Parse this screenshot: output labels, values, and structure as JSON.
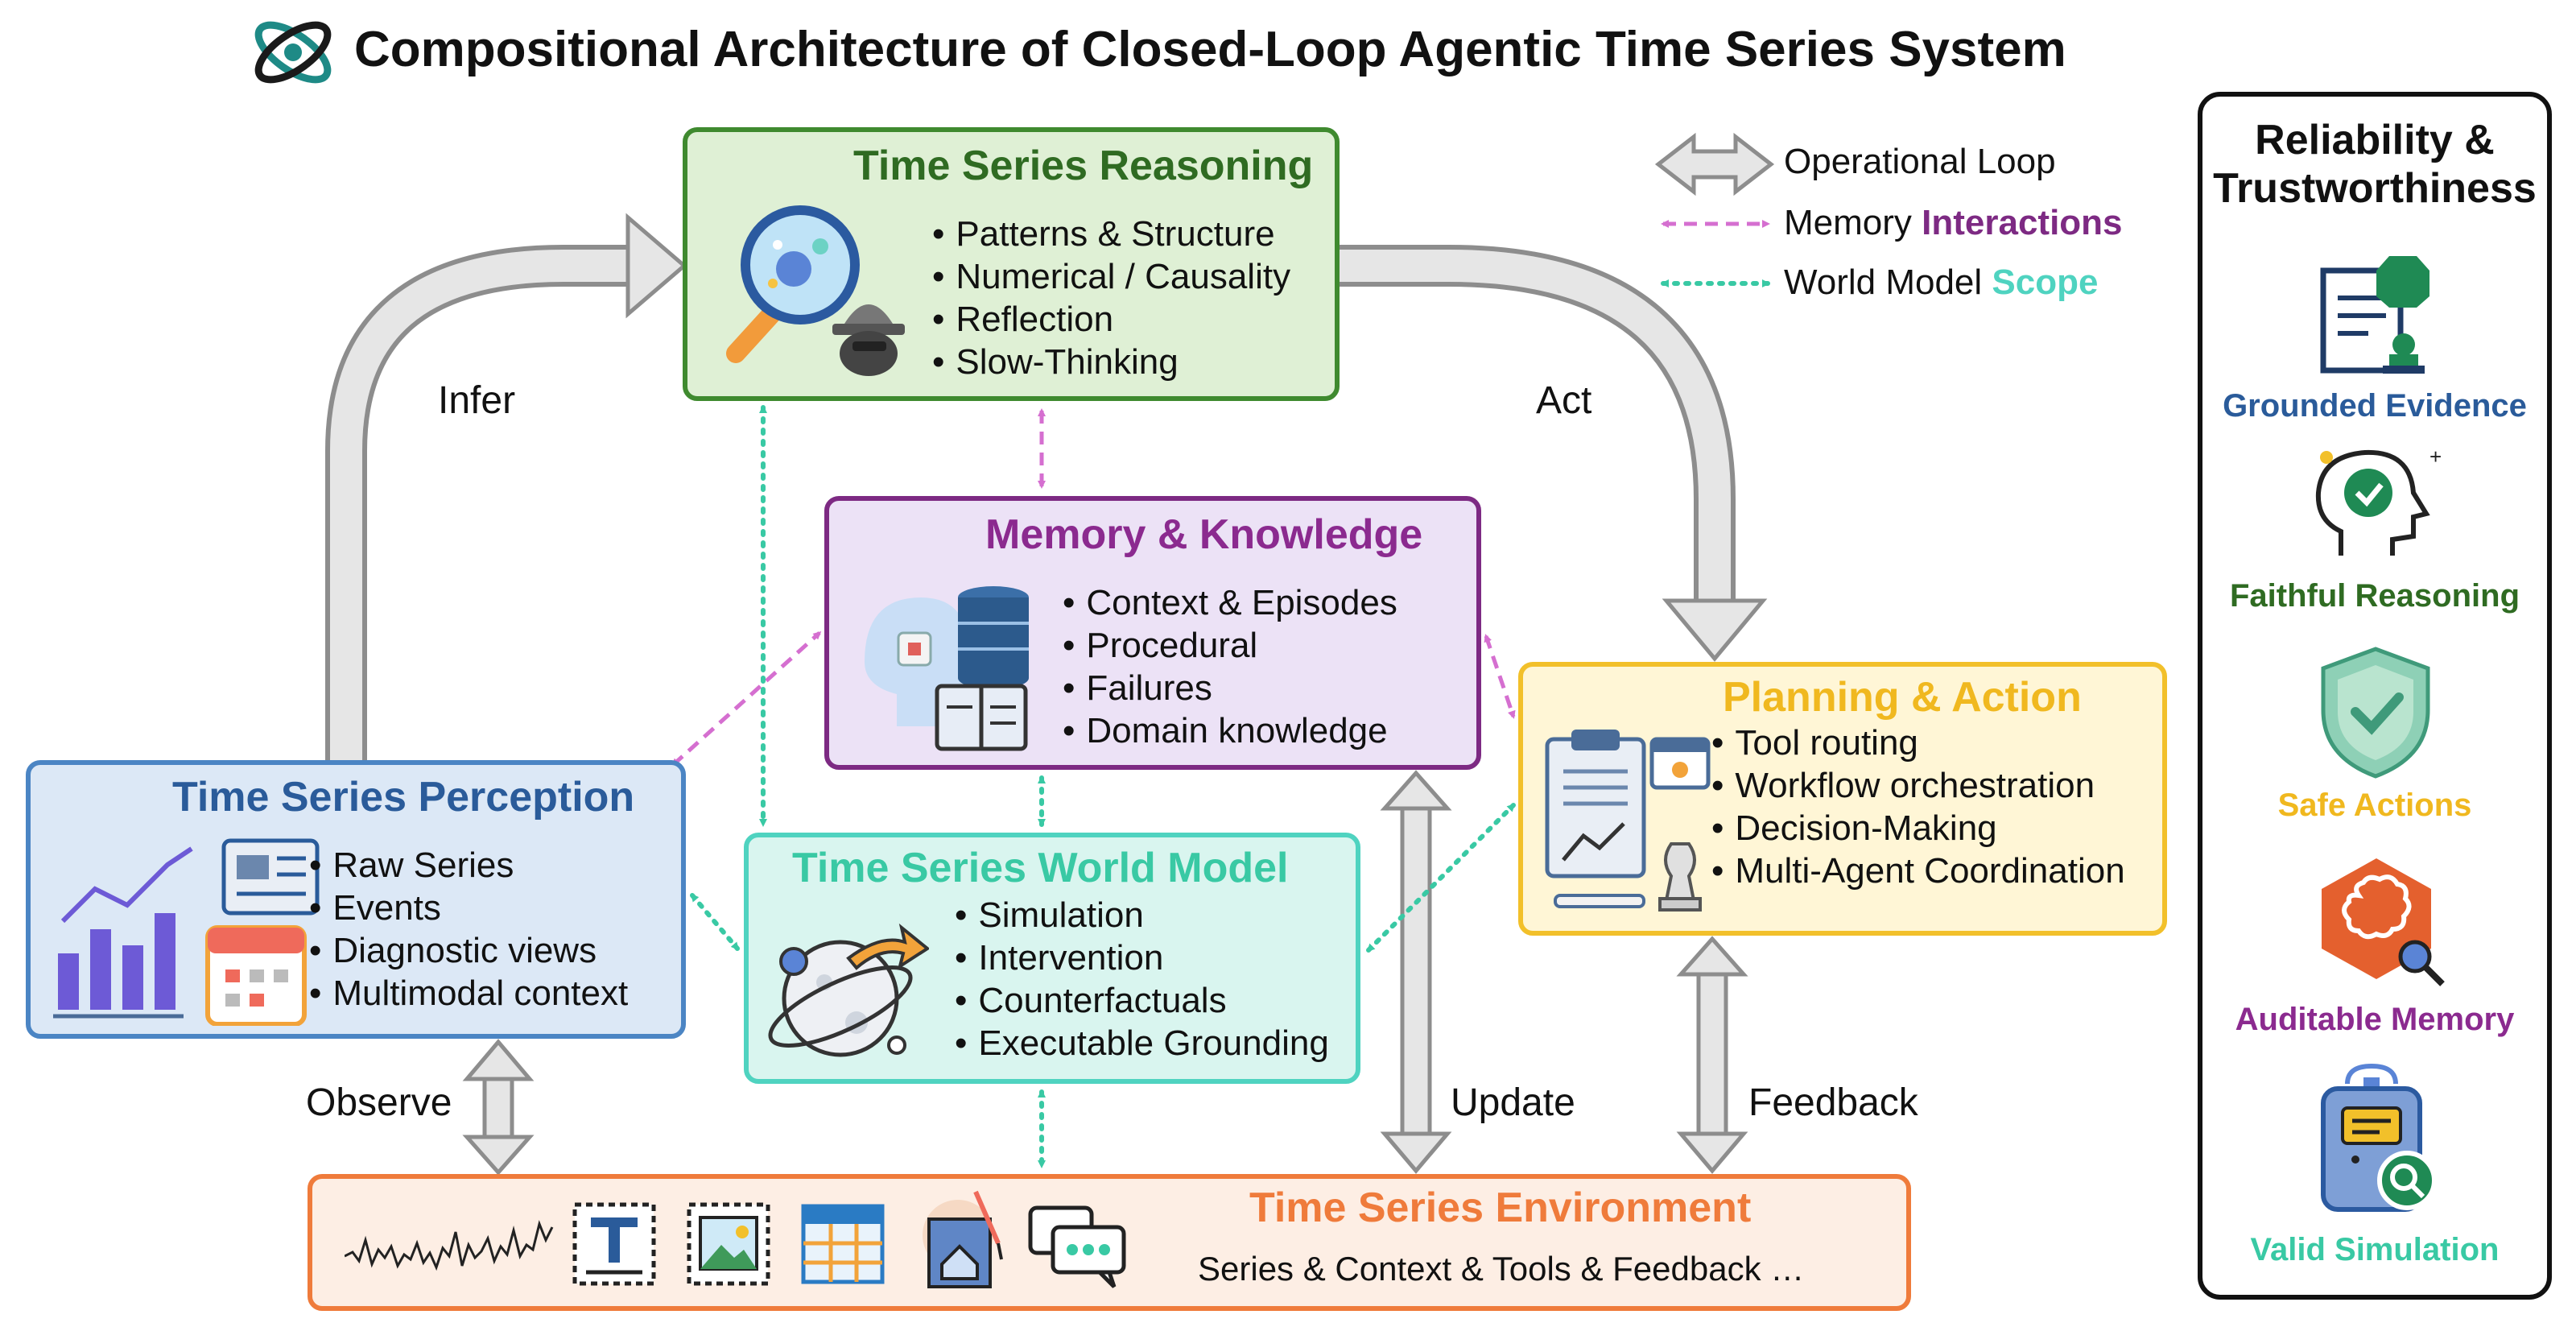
{
  "title": "Compositional Architecture of Closed-Loop Agentic Time Series System",
  "colors": {
    "reasoning": "#3f8a2f",
    "memory": "#7d2a83",
    "planning": "#f2c02a",
    "perception": "#4b85c4",
    "world_model": "#4fd3c0",
    "environment": "#ef7b3b",
    "memory_arrow": "#d56fd0",
    "world_arrow": "#39c9a4"
  },
  "reasoning": {
    "title": "Time Series Reasoning",
    "bullets": [
      "Patterns & Structure",
      "Numerical / Causality",
      "Reflection",
      "Slow-Thinking"
    ]
  },
  "memory": {
    "title": "Memory & Knowledge",
    "bullets": [
      "Context & Episodes",
      "Procedural",
      "Failures",
      "Domain knowledge"
    ]
  },
  "planning": {
    "title": "Planning & Action",
    "bullets": [
      "Tool routing",
      "Workflow orchestration",
      "Decision-Making",
      "Multi-Agent Coordination"
    ]
  },
  "perception": {
    "title": "Time Series Perception",
    "bullets": [
      "Raw Series",
      "Events",
      "Diagnostic views",
      "Multimodal context"
    ]
  },
  "world_model": {
    "title": "Time Series World Model",
    "bullets": [
      "Simulation",
      "Intervention",
      "Counterfactuals",
      "Executable Grounding"
    ]
  },
  "environment": {
    "title": "Time Series Environment",
    "subtitle": "Series & Context & Tools & Feedback …",
    "icons": [
      "waveform-icon",
      "text-icon",
      "image-icon",
      "table-icon",
      "blueprint-icon",
      "chat-icon"
    ]
  },
  "flows": {
    "infer": "Infer",
    "act": "Act",
    "observe": "Observe",
    "update": "Update",
    "feedback": "Feedback"
  },
  "legend": {
    "operational_loop": "Operational Loop",
    "memory_prefix": "Memory ",
    "memory_highlight": "Interactions",
    "world_prefix": "World Model ",
    "world_highlight": "Scope"
  },
  "reliability": {
    "title_line1": "Reliability &",
    "title_line2": "Trustworthiness",
    "items": [
      {
        "label": "Grounded Evidence",
        "color": "#2a5b9a",
        "icon": "evidence-document-icon"
      },
      {
        "label": "Faithful Reasoning",
        "color": "#2f6b22",
        "icon": "head-check-icon"
      },
      {
        "label": "Safe Actions",
        "color": "#f0b81f",
        "icon": "shield-check-icon"
      },
      {
        "label": "Auditable Memory",
        "color": "#8b2a8f",
        "icon": "brain-hexagon-icon"
      },
      {
        "label": "Valid Simulation",
        "color": "#39c9a4",
        "icon": "device-search-icon"
      }
    ]
  }
}
